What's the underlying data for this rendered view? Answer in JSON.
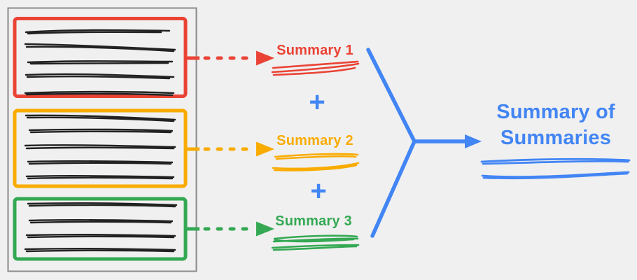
{
  "colors": {
    "background": "#F0F0F0",
    "document_border": "#8A8A8A",
    "ink": "#222222",
    "red": "#EA4335",
    "orange": "#F9AB00",
    "green": "#34A853",
    "blue": "#4285F4"
  },
  "document": {
    "description": "source document with three highlighted chunks",
    "sections": [
      {
        "id": "chunk-1",
        "color": "red",
        "text_lines": 5
      },
      {
        "id": "chunk-2",
        "color": "orange",
        "text_lines": 5
      },
      {
        "id": "chunk-3",
        "color": "green",
        "text_lines": 4
      }
    ]
  },
  "summaries": [
    {
      "label": "Summary 1",
      "color": "red"
    },
    {
      "label": "Summary 2",
      "color": "orange"
    },
    {
      "label": "Summary 3",
      "color": "green"
    }
  ],
  "operators": {
    "plus": "+"
  },
  "result": {
    "line1": "Summary of",
    "line2": "Summaries"
  }
}
